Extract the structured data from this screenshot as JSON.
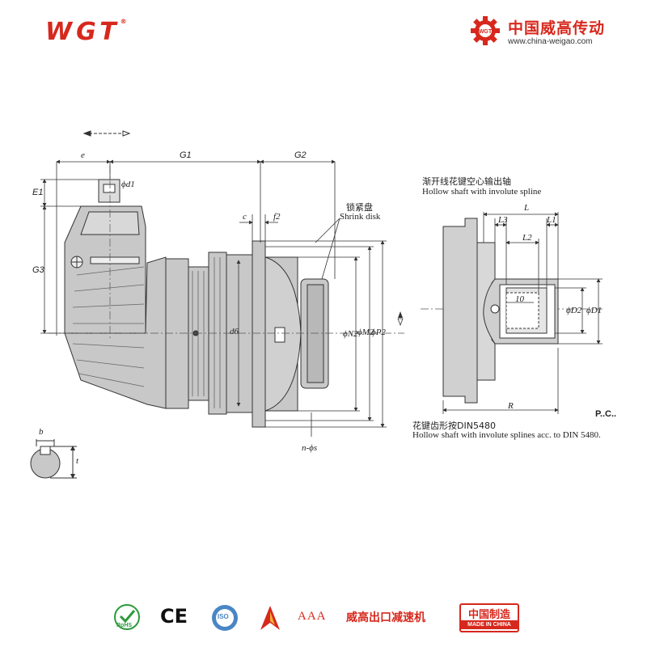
{
  "header": {
    "logo_text": "WGT",
    "logo_reg": "®",
    "brand_cn": "中国威高传动",
    "brand_url": "www.china-weigao.com",
    "colors": {
      "brand_red": "#d7281d",
      "drawing_gray": "#c8c8c8",
      "line": "#333333"
    }
  },
  "drawing": {
    "dims": {
      "e": "e",
      "g1": "G1",
      "g2": "G2",
      "e1": "E1",
      "g3": "G3",
      "d1": "ϕd1",
      "c": "c",
      "f2": "f2",
      "d6": "d6",
      "n2": "ϕN2",
      "m2": "ϕM2",
      "p2": "ϕP2",
      "ns": "n-ϕs",
      "b": "b",
      "t": "t"
    },
    "shrink_disk_cn": "锁紧盘",
    "shrink_disk_en": "Shrink disk"
  },
  "detail": {
    "title_cn": "渐开线花键空心输出轴",
    "title_en": "Hollow shaft with involute spline",
    "dims": {
      "l": "L",
      "l1": "L1",
      "l2": "L2",
      "l3": "L3",
      "ten": "10",
      "d1": "ϕD1",
      "d2": "ϕD2",
      "r": "R"
    },
    "note": "P..C..",
    "spline_cn": "花键齿形按DIN5480",
    "spline_en": "Hollow shaft with involute splines acc. to DIN 5480."
  },
  "footer": {
    "rohs": "RoHS",
    "ce": "CE",
    "iso": "ISO",
    "aaa": "AAA",
    "slogan": "威高出口减速机",
    "made_cn": "中国制造",
    "made_en": "MADE IN CHINA"
  }
}
